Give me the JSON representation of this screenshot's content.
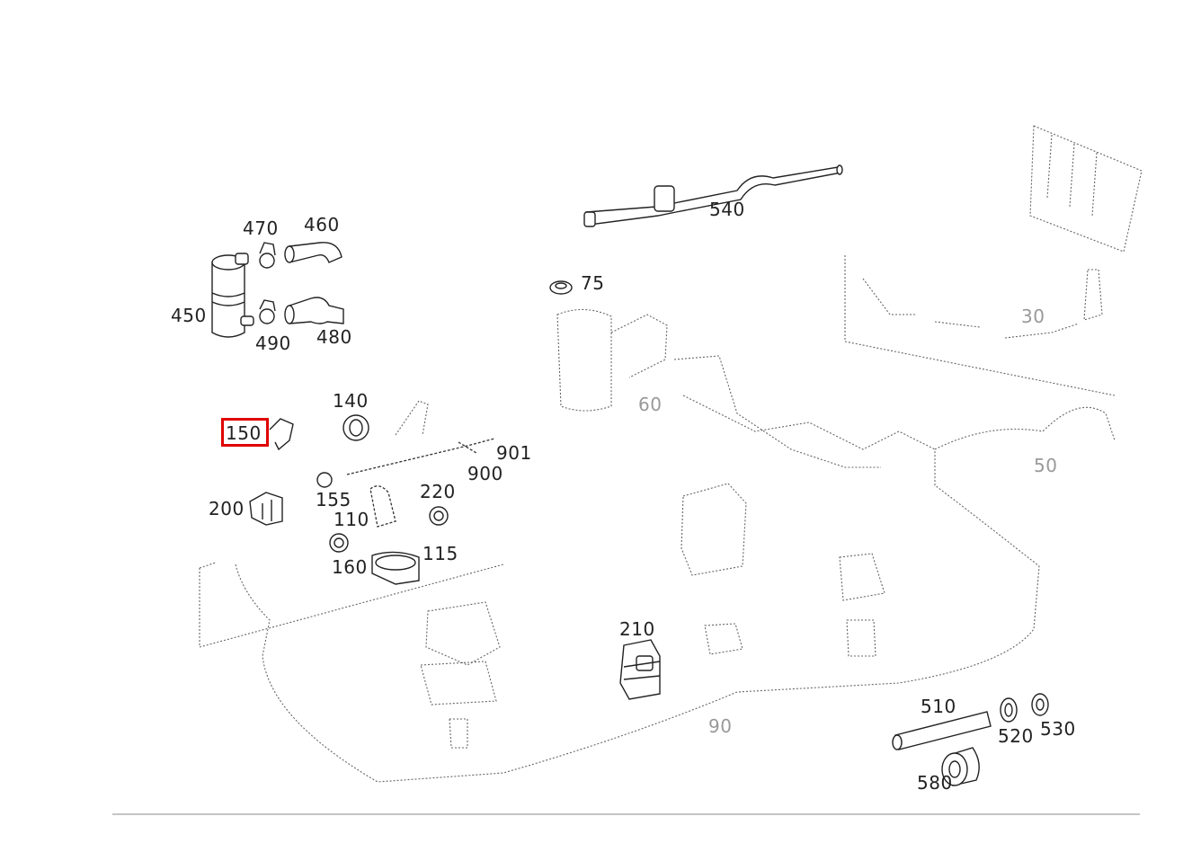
{
  "diagram": {
    "callouts": [
      {
        "id": "470",
        "text": "470"
      },
      {
        "id": "460",
        "text": "460"
      },
      {
        "id": "450",
        "text": "450"
      },
      {
        "id": "490",
        "text": "490"
      },
      {
        "id": "480",
        "text": "480"
      },
      {
        "id": "540",
        "text": "540"
      },
      {
        "id": "75",
        "text": "75"
      },
      {
        "id": "140",
        "text": "140"
      },
      {
        "id": "150",
        "text": "150",
        "highlighted": true
      },
      {
        "id": "901",
        "text": "901"
      },
      {
        "id": "900",
        "text": "900"
      },
      {
        "id": "155",
        "text": "155"
      },
      {
        "id": "220",
        "text": "220"
      },
      {
        "id": "200",
        "text": "200"
      },
      {
        "id": "110",
        "text": "110"
      },
      {
        "id": "115",
        "text": "115"
      },
      {
        "id": "160",
        "text": "160"
      },
      {
        "id": "210",
        "text": "210"
      },
      {
        "id": "510",
        "text": "510"
      },
      {
        "id": "520",
        "text": "520"
      },
      {
        "id": "530",
        "text": "530"
      },
      {
        "id": "580",
        "text": "580"
      },
      {
        "id": "90",
        "text": "90"
      },
      {
        "id": "50",
        "text": "50"
      },
      {
        "id": "60",
        "text": "60"
      },
      {
        "id": "30",
        "text": "30"
      }
    ],
    "highlight_color": "#e00000"
  }
}
